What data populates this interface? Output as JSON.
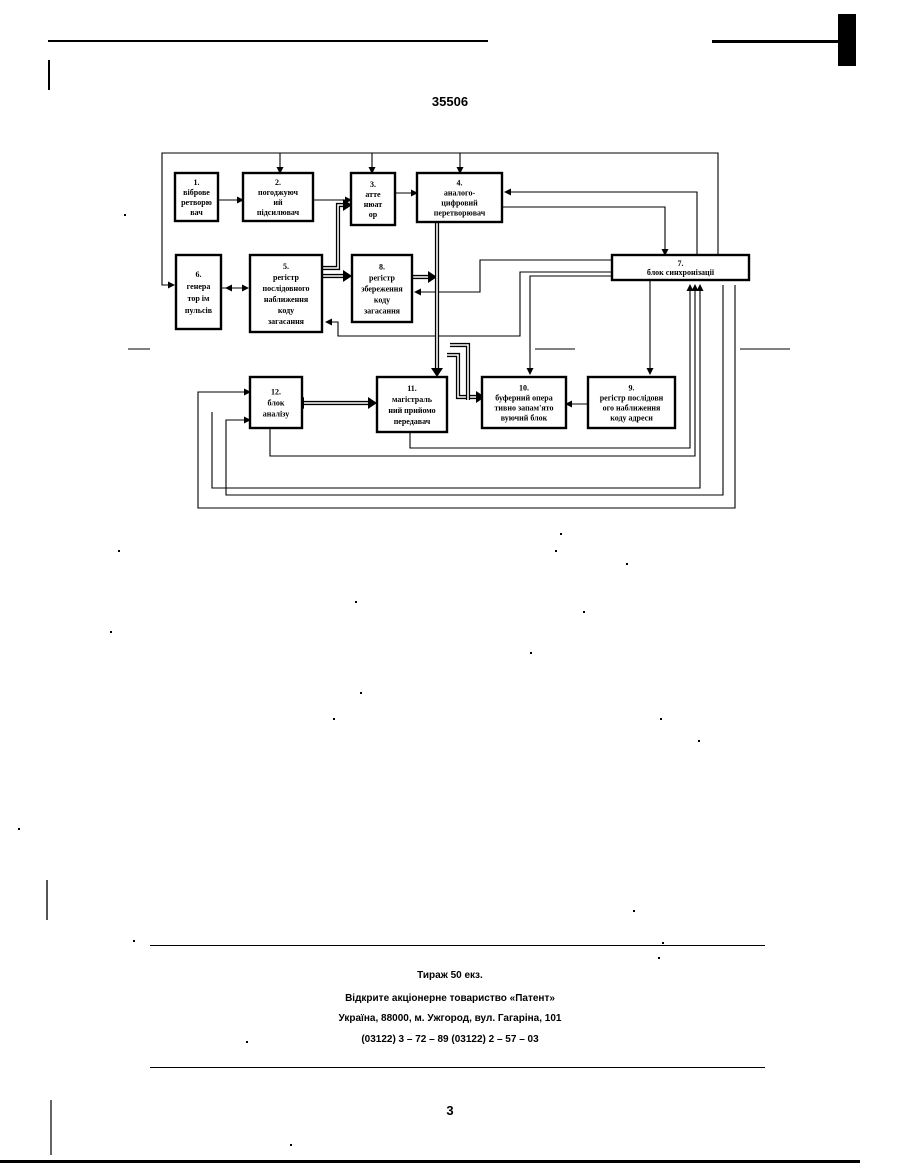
{
  "header": {
    "patent_number": "35506"
  },
  "diagram": {
    "blocks": [
      {
        "id": "1",
        "lines": [
          "1.",
          "віброве",
          "ретворю",
          "вач"
        ]
      },
      {
        "id": "2",
        "lines": [
          "2.",
          "погоджуюч",
          "ий",
          "підсилювач"
        ]
      },
      {
        "id": "3",
        "lines": [
          "3.",
          "атте",
          "нюат",
          "ор"
        ]
      },
      {
        "id": "4",
        "lines": [
          "4.",
          "аналого-",
          "цифровий",
          "перетворювач"
        ]
      },
      {
        "id": "5",
        "lines": [
          "5.",
          "регістр",
          "послідовного",
          "наближення",
          "коду",
          "загасання"
        ]
      },
      {
        "id": "6",
        "lines": [
          "6.",
          "генера",
          "тор ім",
          "пульсів"
        ]
      },
      {
        "id": "7",
        "lines": [
          "7.",
          "блок синхронізації"
        ]
      },
      {
        "id": "8",
        "lines": [
          "8.",
          "регістр",
          "збереження",
          "коду",
          "загасання"
        ]
      },
      {
        "id": "9",
        "lines": [
          "9.",
          "регістр послідовн",
          "ого наближення",
          "коду адреси"
        ]
      },
      {
        "id": "10",
        "lines": [
          "10.",
          "буферний опера",
          "тивно запам'ято",
          "вуючий блок"
        ]
      },
      {
        "id": "11",
        "lines": [
          "11.",
          "магістраль",
          "ний прийомо",
          "передавач"
        ]
      },
      {
        "id": "12",
        "lines": [
          "12.",
          "блок",
          "аналізу"
        ]
      }
    ]
  },
  "footer": {
    "circulation": "Тираж 50 екз.",
    "publisher": "Відкрите акціонерне товариство «Патент»",
    "address": "Україна, 88000, м. Ужгород, вул. Гагаріна, 101",
    "phones": "(03122) 3 – 72 – 89   (03122) 2 – 57 – 03"
  },
  "page_number": "3"
}
